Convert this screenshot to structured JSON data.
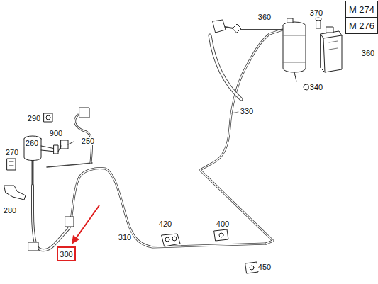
{
  "diagram": {
    "nodes": [
      {
        "text": [
          "M 274"
        ]
      },
      {
        "text": [
          "M 276"
        ]
      },
      {
        "text": [
          "300"
        ]
      }
    ],
    "labels": [
      "370",
      "360",
      "360",
      "340",
      "330",
      "290",
      "900",
      "250",
      "260",
      "270",
      "280",
      "310",
      "420",
      "400",
      "450"
    ]
  }
}
